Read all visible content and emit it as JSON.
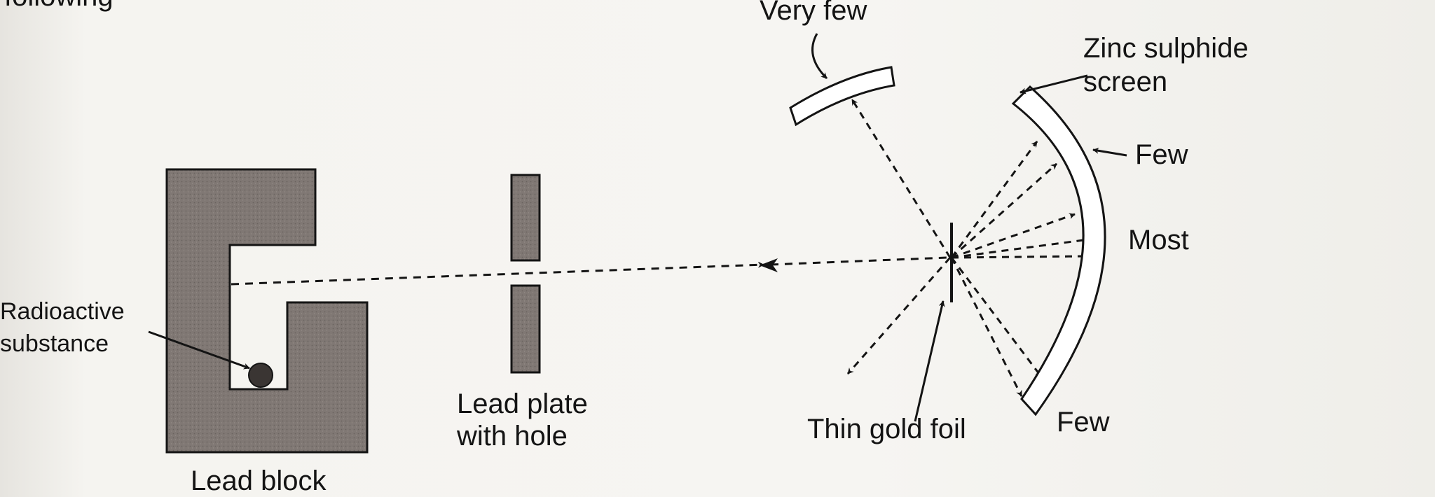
{
  "diagram": {
    "labels": {
      "very_few": "Very few",
      "zinc_line1": "Zinc sulphide",
      "zinc_line2": "screen",
      "few_top": "Few",
      "most": "Most",
      "few_bottom": "Few",
      "thin_gold_foil": "Thin gold foil",
      "lead_plate_line1": "Lead plate",
      "lead_plate_line2": "with hole",
      "lead_block": "Lead block",
      "radioactive_line1": "Radioactive",
      "radioactive_line2": "substance",
      "top_partial": "following"
    },
    "colors": {
      "lead": "#807874",
      "ink": "#141414",
      "screen_fill": "#ffffff"
    }
  }
}
